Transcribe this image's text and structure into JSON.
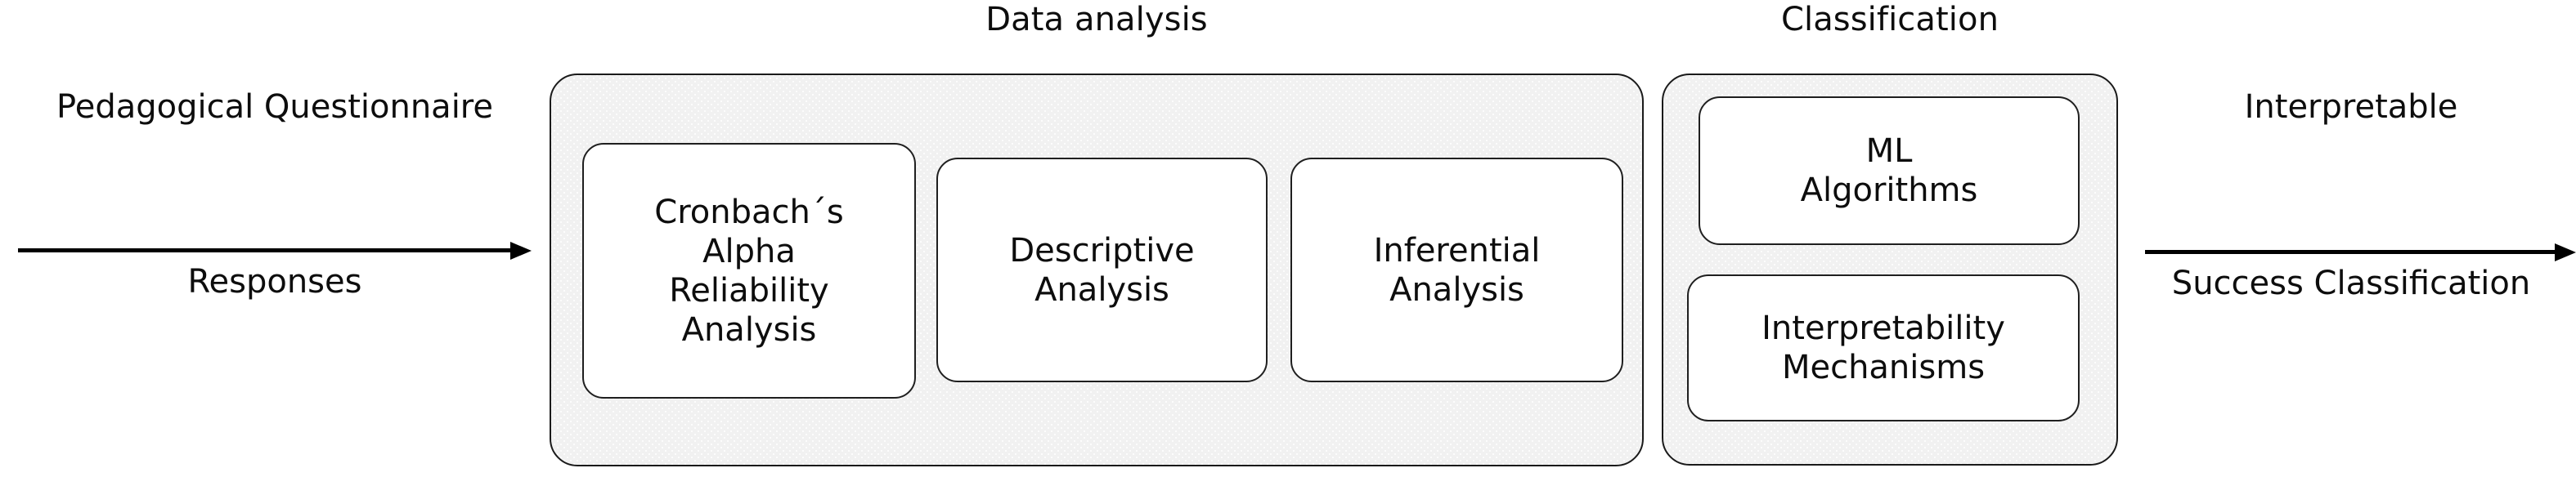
{
  "diagram": {
    "input_flow": {
      "label_line1": "Pedagogical Questionnaire",
      "label_line2": "Responses",
      "arrow_icon": "arrow-right-icon"
    },
    "output_flow": {
      "label_line1": "Interpretable",
      "label_line2": "Success Classification",
      "arrow_icon": "arrow-right-icon"
    },
    "groups": [
      {
        "id": "data-analysis",
        "label": "Data analysis",
        "nodes": [
          {
            "id": "cronbach",
            "label": "Cronbach´s\nAlpha\nReliability\nAnalysis"
          },
          {
            "id": "descriptive",
            "label": "Descriptive\nAnalysis"
          },
          {
            "id": "inferential",
            "label": "Inferential\nAnalysis"
          }
        ]
      },
      {
        "id": "classification",
        "label": "Classification",
        "nodes": [
          {
            "id": "ml-algorithms",
            "label": "ML\nAlgorithms"
          },
          {
            "id": "interpretability",
            "label": "Interpretability\nMechanisms"
          }
        ]
      }
    ],
    "colors": {
      "group_fill": "#f1f1f1",
      "node_fill": "#ffffff",
      "stroke": "#1a1a1a",
      "text": "#0d0d0d",
      "arrow": "#000000"
    }
  }
}
